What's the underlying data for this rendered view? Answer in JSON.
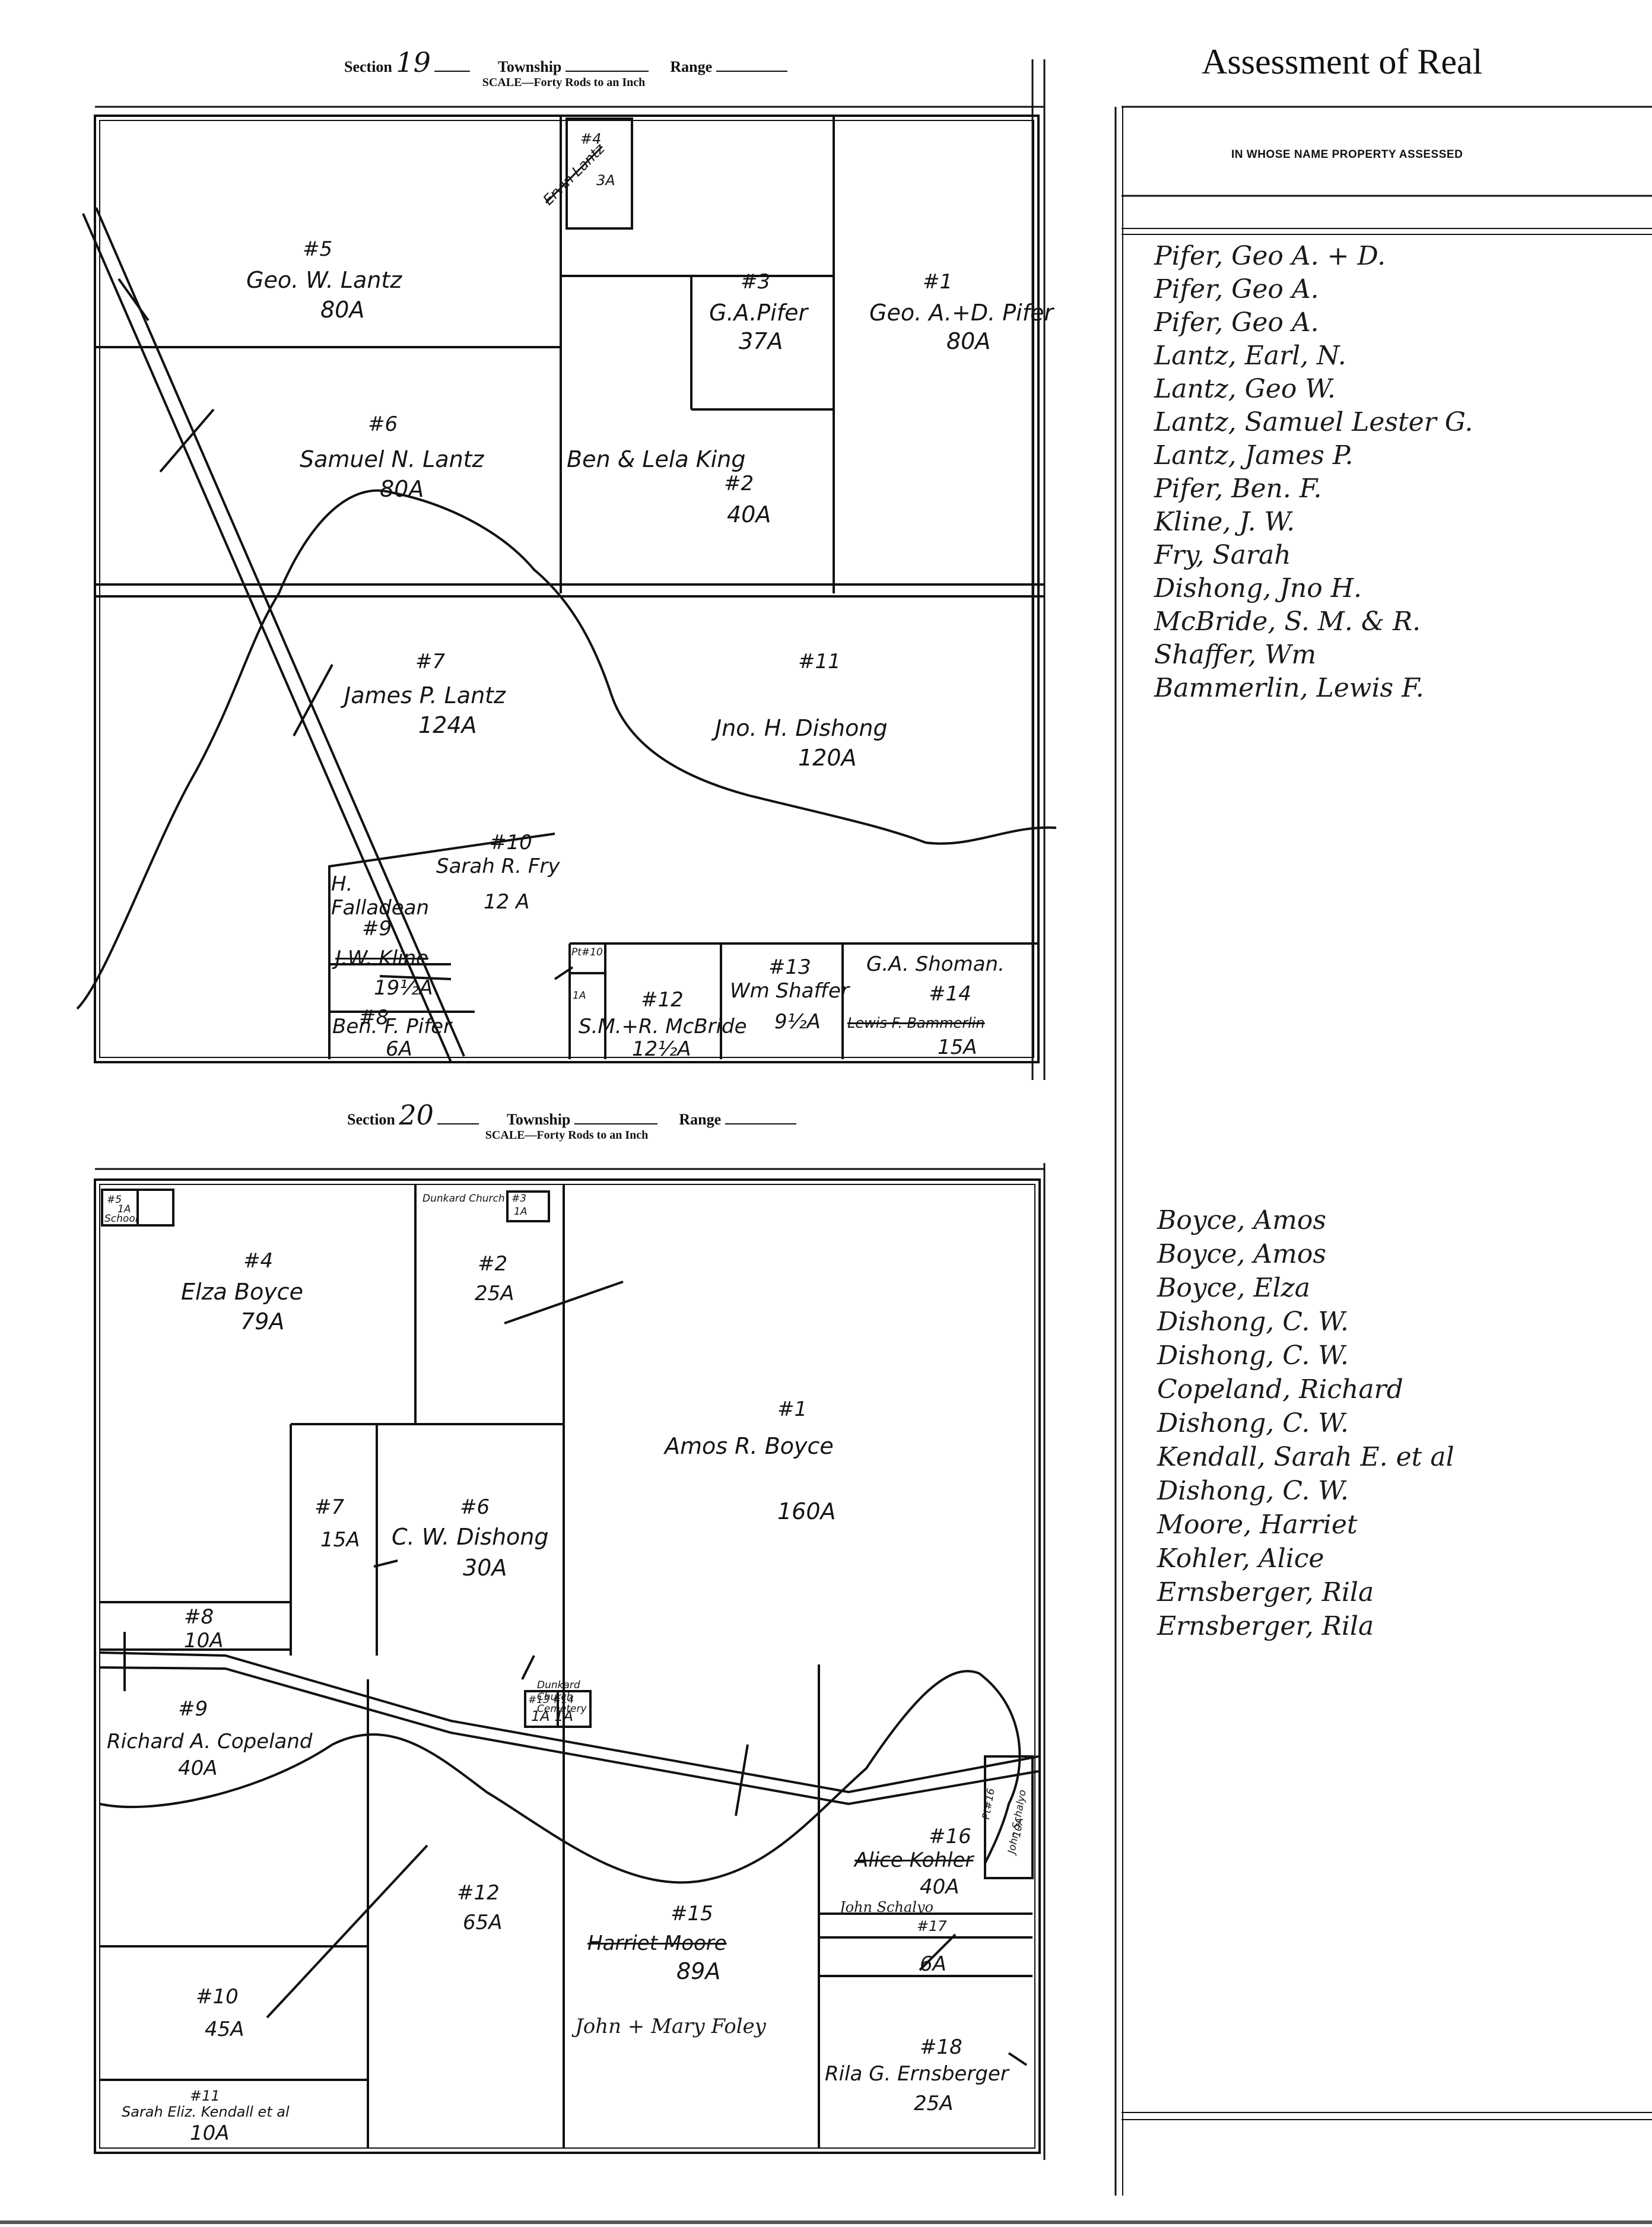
{
  "right_panel": {
    "title": "Assessment of Real",
    "column_header": "IN WHOSE NAME PROPERTY ASSESSED"
  },
  "section1": {
    "header": {
      "section_label": "Section",
      "section_number": "19",
      "township_label": "Township",
      "township_value": "",
      "range_label": "Range",
      "range_value": "",
      "scale": "SCALE—Forty Rods to an Inch"
    },
    "parcels": [
      {
        "num": "#4",
        "owner_struck": "Ervin Lantz",
        "acres": "3A"
      },
      {
        "num": "#5",
        "owner": "Geo. W. Lantz",
        "acres": "80A"
      },
      {
        "num": "#3",
        "owner": "G.A.Pifer",
        "acres": "37A"
      },
      {
        "num": "#1",
        "owner": "Geo. A.+D. Pifer",
        "acres": "80A"
      },
      {
        "num": "#6",
        "owner": "Samuel N. Lantz",
        "acres": "80A"
      },
      {
        "num": "#2",
        "owner": "Ben & Lela King",
        "acres": "40A"
      },
      {
        "num": "#7",
        "owner": "James P. Lantz",
        "acres": "124A"
      },
      {
        "num": "#11",
        "owner": "Jno. H. Dishong",
        "acres": "120A"
      },
      {
        "num": "#10",
        "owner": "Sarah R. Fry",
        "acres": "12 A"
      },
      {
        "num": "#9",
        "owner": "H. Falladean",
        "owner_struck": "J.W. Kline",
        "acres": "19½A"
      },
      {
        "num": "#8",
        "owner": "Ben. F. Pifer",
        "acres": "6A"
      },
      {
        "num": "Pt#10",
        "acres": "1A"
      },
      {
        "num": "#12",
        "owner": "S.M.+R. McBride",
        "acres": "12½A"
      },
      {
        "num": "#13",
        "owner": "Wm Shaffer",
        "acres": "9½A"
      },
      {
        "num": "#14",
        "owner": "G.A. Shoman.",
        "owner_struck": "Lewis F. Bammerlin",
        "acres": "15A"
      }
    ],
    "assessed_names": [
      "Pifer, Geo A. + D.",
      "Pifer, Geo A.",
      "Pifer, Geo A.",
      "Lantz, Earl, N.",
      "Lantz, Geo W.",
      "Lantz, Samuel Lester G.",
      "Lantz, James P.",
      "Pifer, Ben. F.",
      "Kline, J. W.",
      "Fry, Sarah",
      "Dishong, Jno H.",
      "McBride, S. M. & R.",
      "Shaffer, Wm",
      "Bammerlin, Lewis F."
    ]
  },
  "section2": {
    "header": {
      "section_label": "Section",
      "section_number": "20",
      "township_label": "Township",
      "township_value": "",
      "range_label": "Range",
      "range_value": "",
      "scale": "SCALE—Forty Rods to an Inch"
    },
    "parcels": [
      {
        "num": "#5",
        "owner": "School",
        "acres": "1A"
      },
      {
        "num": "#3",
        "owner": "Dunkard Church",
        "acres": "1A"
      },
      {
        "num": "#4",
        "owner": "Elza Boyce",
        "acres": "79A"
      },
      {
        "num": "#2",
        "acres": "25A"
      },
      {
        "num": "#1",
        "owner": "Amos R. Boyce",
        "acres": "160A"
      },
      {
        "num": "#7",
        "acres": "15A"
      },
      {
        "num": "#6",
        "owner": "C. W. Dishong",
        "acres": "30A"
      },
      {
        "num": "#8",
        "acres": "10A"
      },
      {
        "num": "#9",
        "owner": "Richard A. Copeland",
        "acres": "40A"
      },
      {
        "num": "#13 #14",
        "owner": "Dunkard Church Cemetery",
        "acres": "1A 1A"
      },
      {
        "num": "#12",
        "acres": "65A"
      },
      {
        "num": "#16",
        "owner": "John Schalyo",
        "owner_struck": "Alice Kohler",
        "acres": "40A"
      },
      {
        "num": "#15",
        "owner": "John + Mary Foley",
        "owner_struck": "Harriet Moore",
        "acres": "89A"
      },
      {
        "num": "#17",
        "acres": "6A"
      },
      {
        "num": "#10",
        "acres": "45A"
      },
      {
        "num": "#18",
        "owner": "Rila G. Ernsberger",
        "acres": "25A"
      },
      {
        "num": "#11",
        "owner": "Sarah Eliz. Kendall et al",
        "acres": "10A"
      },
      {
        "num": "Pt#16",
        "owner": "John Schalyo",
        "acres": "10A"
      }
    ],
    "assessed_names": [
      "Boyce, Amos",
      "Boyce, Amos",
      "Boyce, Elza",
      "Dishong, C. W.",
      "Dishong, C. W.",
      "Copeland, Richard",
      "Dishong, C. W.",
      "Kendall, Sarah E. et al",
      "Dishong, C. W.",
      "Moore, Harriet",
      "Kohler, Alice",
      "Ernsberger, Rila",
      "Ernsberger, Rila"
    ]
  }
}
